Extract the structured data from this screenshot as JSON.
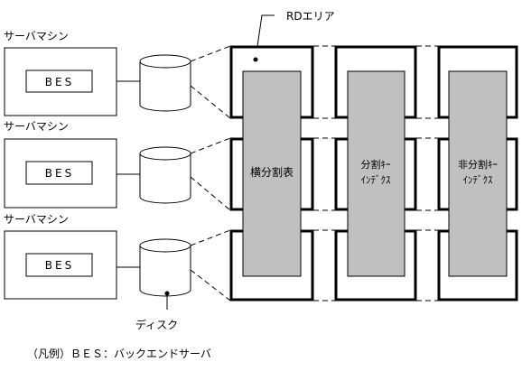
{
  "rd_area_label": "RDエリア",
  "servers": [
    {
      "label": "サーバマシン",
      "box": "BES"
    },
    {
      "label": "サーバマシン",
      "box": "BES"
    },
    {
      "label": "サーバマシン",
      "box": "BES"
    }
  ],
  "tables": [
    {
      "lines": [
        "横分割表"
      ]
    },
    {
      "lines": [
        "分割ｷｰ",
        "ｲﾝﾃﾞｸｽ"
      ]
    },
    {
      "lines": [
        "非分割ｷｰ",
        "ｲﾝﾃﾞｸｽ"
      ]
    }
  ],
  "disk_label": "ディスク",
  "legend": "（凡例）ＢＥＳ：バックエンドサーバ"
}
